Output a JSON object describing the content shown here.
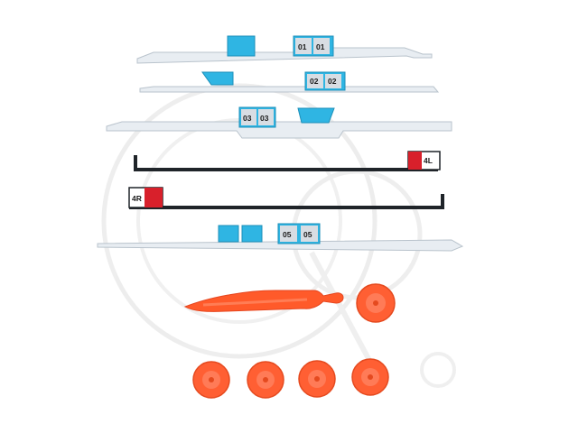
{
  "photo": {
    "background": "white",
    "items": [
      "adhesive-strip-01",
      "adhesive-strip-02",
      "adhesive-strip-03",
      "adhesive-strip-4L",
      "adhesive-strip-4R",
      "adhesive-strip-05",
      "opening-tool",
      "suction-cups"
    ]
  },
  "labels": {
    "strip1_a": "01",
    "strip1_b": "01",
    "strip2_a": "02",
    "strip2_b": "02",
    "strip3_a": "03",
    "strip3_b": "03",
    "strip4l": "4L",
    "strip4r": "4R",
    "strip5_a": "05",
    "strip5_b": "05"
  },
  "colors": {
    "strip_white": "#e8edf2",
    "strip_edge": "#b9c3cc",
    "tape_blue": "#2fb5e3",
    "strip_black": "#1f2429",
    "tab_red": "#d8202b",
    "tool_orange": "#ff5a2a",
    "cup_orange": "#ff5f33",
    "watermark": "#e7e7e7"
  },
  "suction_cup_count": 5
}
